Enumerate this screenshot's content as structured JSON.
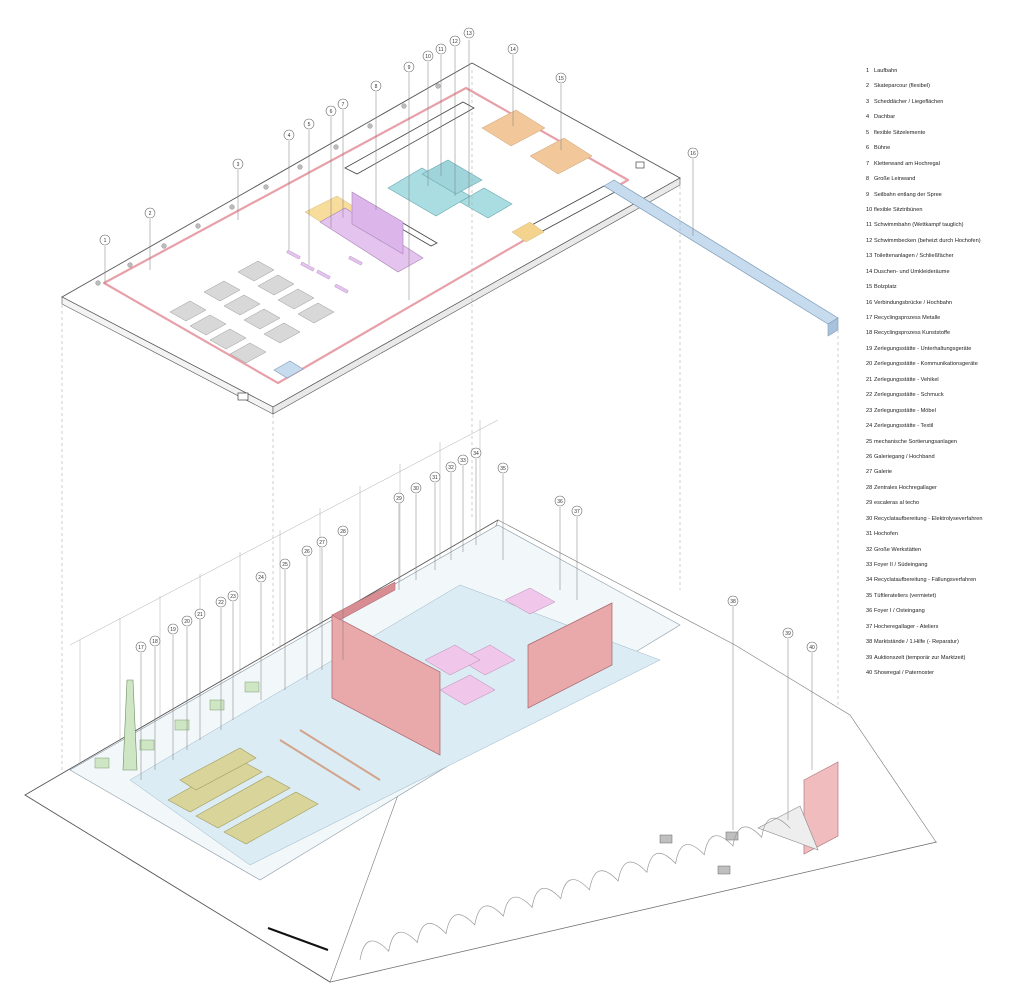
{
  "legend": [
    {
      "n": "1",
      "label": "Laufbahn"
    },
    {
      "n": "2",
      "label": "Skateparcour (flexibel)"
    },
    {
      "n": "3",
      "label": "Scheddächer / Liegeflächen"
    },
    {
      "n": "4",
      "label": "Dachbar"
    },
    {
      "n": "5",
      "label": "flexible Sitzelemente"
    },
    {
      "n": "6",
      "label": "Bühne"
    },
    {
      "n": "7",
      "label": "Kletterwand am Hochregal"
    },
    {
      "n": "8",
      "label": "Große Leinwand"
    },
    {
      "n": "9",
      "label": "Seilbahn entlang der Spree"
    },
    {
      "n": "10",
      "label": "flexible Sitztribünen"
    },
    {
      "n": "11",
      "label": "Schwimmbahn (Wettkampf tauglich)"
    },
    {
      "n": "12",
      "label": "Schwimmbecken (beheizt durch Hochofen)"
    },
    {
      "n": "13",
      "label": "Toilettenanlagen / Schließfächer"
    },
    {
      "n": "14",
      "label": "Duschen- und Umkleideräume"
    },
    {
      "n": "15",
      "label": "Bolzplatz"
    },
    {
      "n": "16",
      "label": "Verbindungsbrücke / Hochbahn"
    },
    {
      "n": "17",
      "label": "Recyclingsprozess Metalle"
    },
    {
      "n": "18",
      "label": "Recyclingsprozess Kunststoffe"
    },
    {
      "n": "19",
      "label": "Zerlegungsstätte - Unterhaltungsgeräte"
    },
    {
      "n": "20",
      "label": "Zerlegungsstätte - Kommunikationsgeräte"
    },
    {
      "n": "21",
      "label": "Zerlegungsstätte - Vehikel"
    },
    {
      "n": "22",
      "label": "Zerlegungsstätte - Schmuck"
    },
    {
      "n": "23",
      "label": "Zerlegungsstätte - Möbel"
    },
    {
      "n": "24",
      "label": "Zerlegungsstätte - Textil"
    },
    {
      "n": "25",
      "label": "mechanische Sortierungsanlagen"
    },
    {
      "n": "26",
      "label": "Galeriegang / Hochband"
    },
    {
      "n": "27",
      "label": "Galerie"
    },
    {
      "n": "28",
      "label": "Zentrales Hochregallager"
    },
    {
      "n": "29",
      "label": "escaleras al techo"
    },
    {
      "n": "30",
      "label": "Recyclataufbereitung - Elektrolyseverfahren"
    },
    {
      "n": "31",
      "label": "Hochofen"
    },
    {
      "n": "32",
      "label": "Große Werkstätten"
    },
    {
      "n": "33",
      "label": "Foyer II / Südeingang"
    },
    {
      "n": "34",
      "label": "Recyclataufbereitung - Fällungsverfahren"
    },
    {
      "n": "35",
      "label": "Tüftlerateliers (vermietet)"
    },
    {
      "n": "36",
      "label": "Foyer I / Osteingang"
    },
    {
      "n": "37",
      "label": "Hocheregallager - Ateliers"
    },
    {
      "n": "38",
      "label": "Marktstände / 1.Hilfe (- Reparatur)"
    },
    {
      "n": "39",
      "label": "Auktionszelt (temporär zur Marktzeit)"
    },
    {
      "n": "40",
      "label": "Showregal / Paternoster"
    }
  ],
  "callout_numbers": [
    "1",
    "2",
    "3",
    "4",
    "5",
    "6",
    "7",
    "8",
    "9",
    "10",
    "11",
    "12",
    "13",
    "14",
    "15",
    "16",
    "17",
    "18",
    "19",
    "20",
    "21",
    "22",
    "23",
    "24",
    "25",
    "26",
    "27",
    "28",
    "29",
    "30",
    "31",
    "32",
    "33",
    "34",
    "35",
    "36",
    "37",
    "38",
    "39",
    "40"
  ],
  "colors": {
    "running_track": "#e8a0a8",
    "warm_deck": "#f2c89a",
    "stage_lilac": "#e4c4ee",
    "pool_water": "#a9dde2",
    "bridge_blue": "#c7dbee",
    "high_rack": "#e9a8aa",
    "workshops": "#f0c6ea",
    "disassembly": "#d9d59a",
    "process_green": "#cfe6c4",
    "floor_blue": "#dcecf4",
    "outline": "#555555"
  }
}
